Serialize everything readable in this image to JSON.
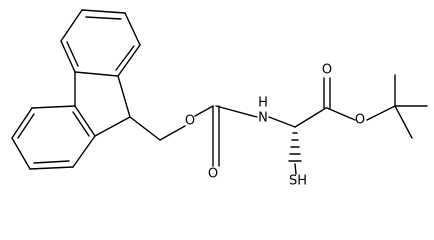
{
  "atom_labels": {
    "o_ether": "O",
    "o_carbamate_carbonyl": "O",
    "nh": "H\nN",
    "nh_h": "H",
    "nh_n": "N",
    "o_ester_carbonyl": "O",
    "o_ester": "O",
    "sh": "SH"
  },
  "colors": {
    "bond": "#000000",
    "label": "#000000",
    "background": "#ffffff"
  }
}
